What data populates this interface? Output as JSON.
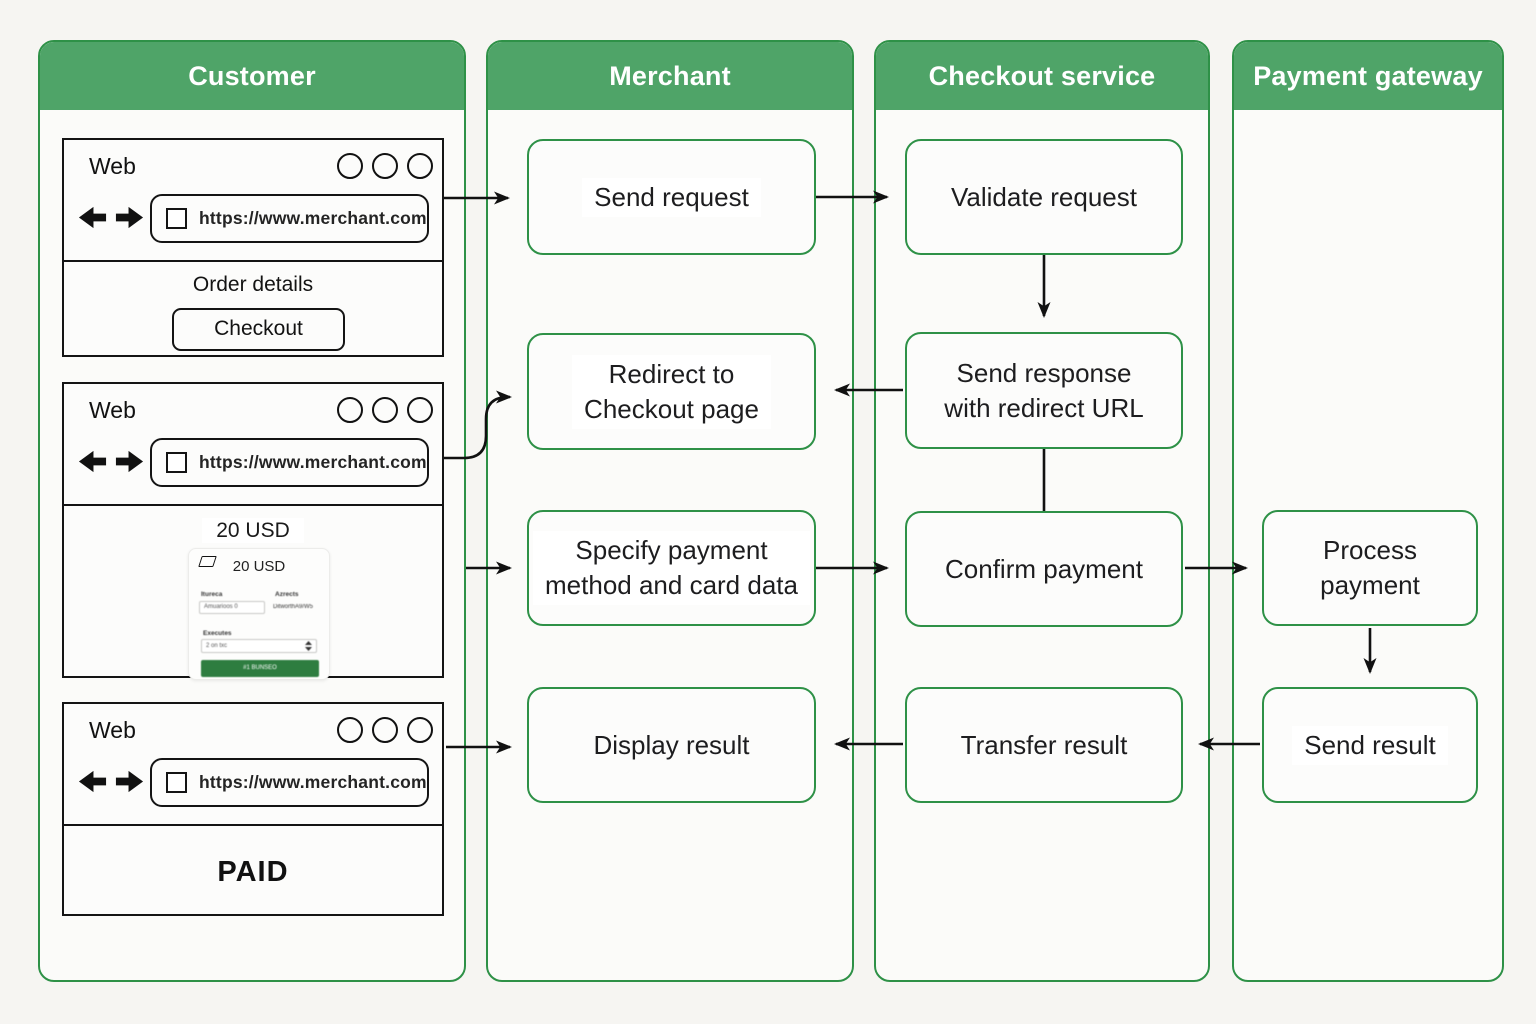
{
  "colors": {
    "header_green": "#4FA468",
    "border_green": "#2E9147",
    "pay_button_green": "#2E7D40",
    "arrow_black": "#111111"
  },
  "lanes": {
    "customer": {
      "title": "Customer"
    },
    "merchant": {
      "title": "Merchant",
      "boxes": {
        "send_request": {
          "label": "Send request"
        },
        "redirect": {
          "line1": "Redirect to",
          "line2": "Checkout page"
        },
        "specify": {
          "line1": "Specify payment",
          "line2": "method and card data"
        },
        "display_result": {
          "label": "Display result"
        }
      }
    },
    "checkout": {
      "title": "Checkout service",
      "boxes": {
        "validate": {
          "label": "Validate request"
        },
        "send_response": {
          "line1": "Send response",
          "line2": "with redirect URL"
        },
        "confirm": {
          "label": "Confirm payment"
        },
        "transfer": {
          "label": "Transfer result"
        }
      }
    },
    "gateway": {
      "title": "Payment gateway",
      "boxes": {
        "process": {
          "line1": "Process",
          "line2": "payment"
        },
        "send_result": {
          "label": "Send result"
        }
      }
    }
  },
  "browser": {
    "title": "Web",
    "url": "https://www.merchant.com"
  },
  "browser1": {
    "order_label": "Order details",
    "checkout_button": "Checkout"
  },
  "browser2": {
    "amount": "20 USD",
    "card": {
      "amount": "20 USD",
      "field1_label": "Itureca",
      "field1_value": "Amuarioos 0",
      "field2_label": "Azrects",
      "field2_value": "DitworthA9/W5",
      "field3_label": "Executes",
      "field3_value": "2 on txc",
      "pay_button": "#1 BUNSEO"
    }
  },
  "browser3": {
    "status": "PAID"
  }
}
